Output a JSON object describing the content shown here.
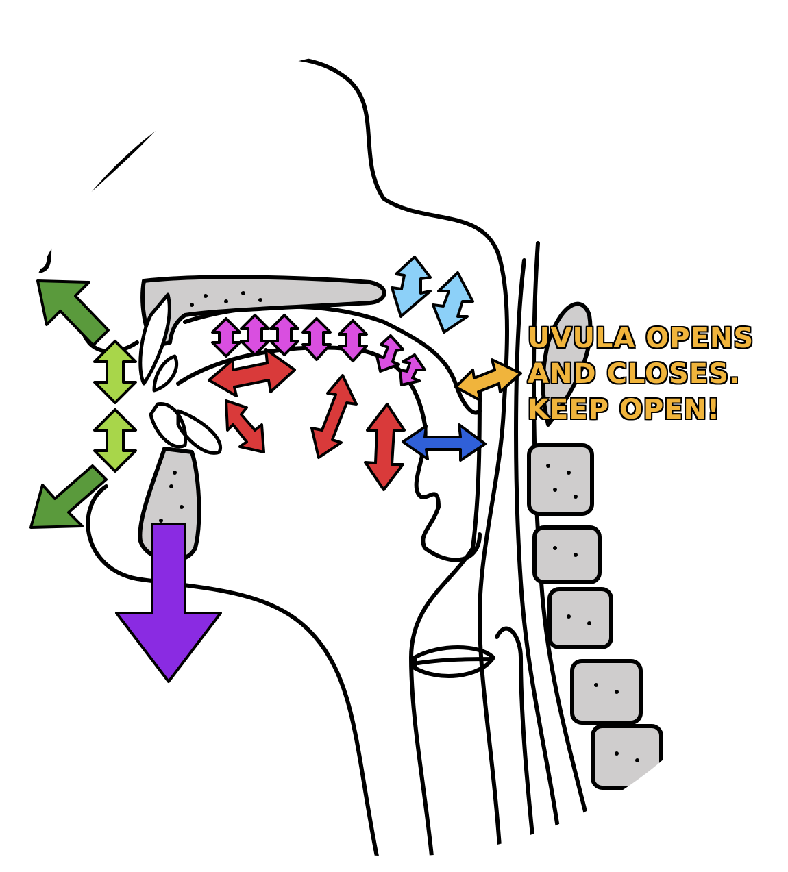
{
  "annotation": {
    "lines": [
      "UVULA OPENS",
      "AND CLOSES.",
      "KEEP OPEN!"
    ],
    "color": "#f0b43c"
  },
  "colors": {
    "lip_arrows": "#5a9a3c",
    "lip_small_arrows": "#a8d64a",
    "jaw_arrow": "#8a2be2",
    "palate_arrows": "#d94fe0",
    "tongue_arrows": "#d93a3a",
    "nasal_arrows": "#8cd0f8",
    "uvula_arrow": "#f0b43c",
    "throat_arrow": "#3060d8",
    "bone": "#cfcdcd"
  },
  "icons": {
    "lip_outward": "double-arrow-icon",
    "jaw_down": "down-arrow-icon"
  }
}
